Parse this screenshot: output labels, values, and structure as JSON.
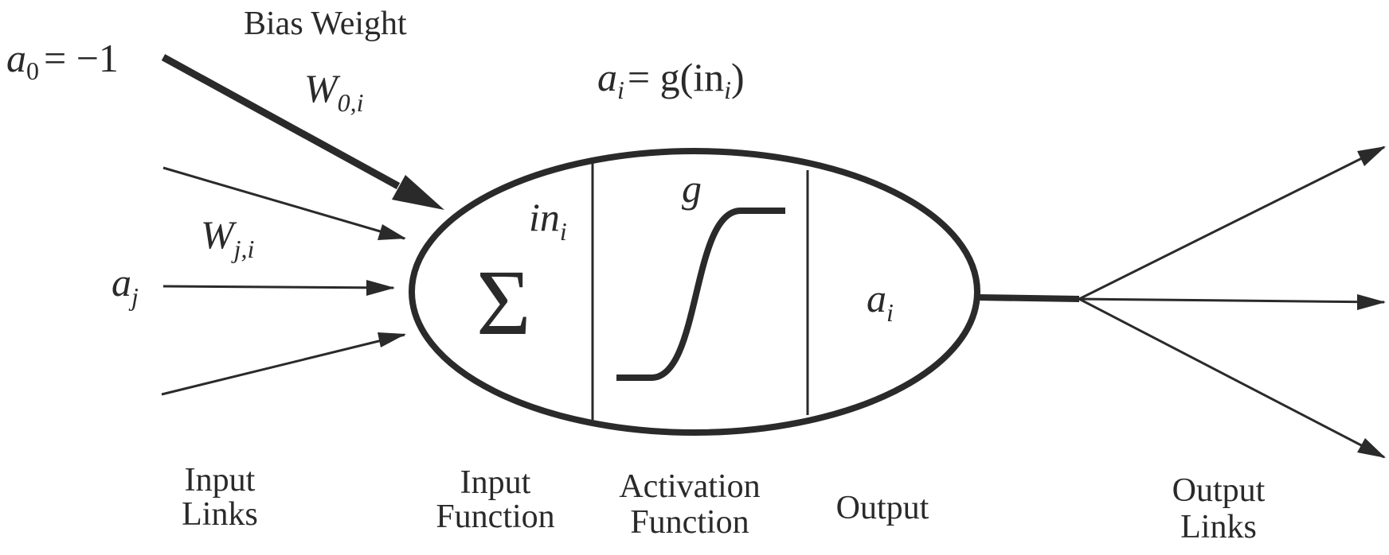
{
  "labels": {
    "bias_weight": "Bias Weight",
    "input_links_1": "Input",
    "input_links_2": "Links",
    "input_function_1": "Input",
    "input_function_2": "Function",
    "activation_function_1": "Activation",
    "activation_function_2": "Function",
    "output": "Output",
    "output_links_1": "Output",
    "output_links_2": "Links"
  },
  "math": {
    "bias_input_a": "a",
    "bias_input_sub": "0",
    "bias_input_rest": "= −1",
    "bias_weight_W": "W",
    "bias_weight_sub": "0,i",
    "activation_eq_a": "a",
    "activation_eq_a_sub": "i",
    "activation_eq_mid": "= g(in",
    "activation_eq_in_sub": "i",
    "activation_eq_end": ")",
    "weight_W": "W",
    "weight_sub": "j,i",
    "input_a": "a",
    "input_sub": "j",
    "sum_symbol": "Σ",
    "in_label": "in",
    "in_sub": "i",
    "g_label": "g",
    "output_a": "a",
    "output_sub": "i"
  },
  "colors": {
    "ink": "#2a2a2a",
    "background": "#ffffff"
  }
}
